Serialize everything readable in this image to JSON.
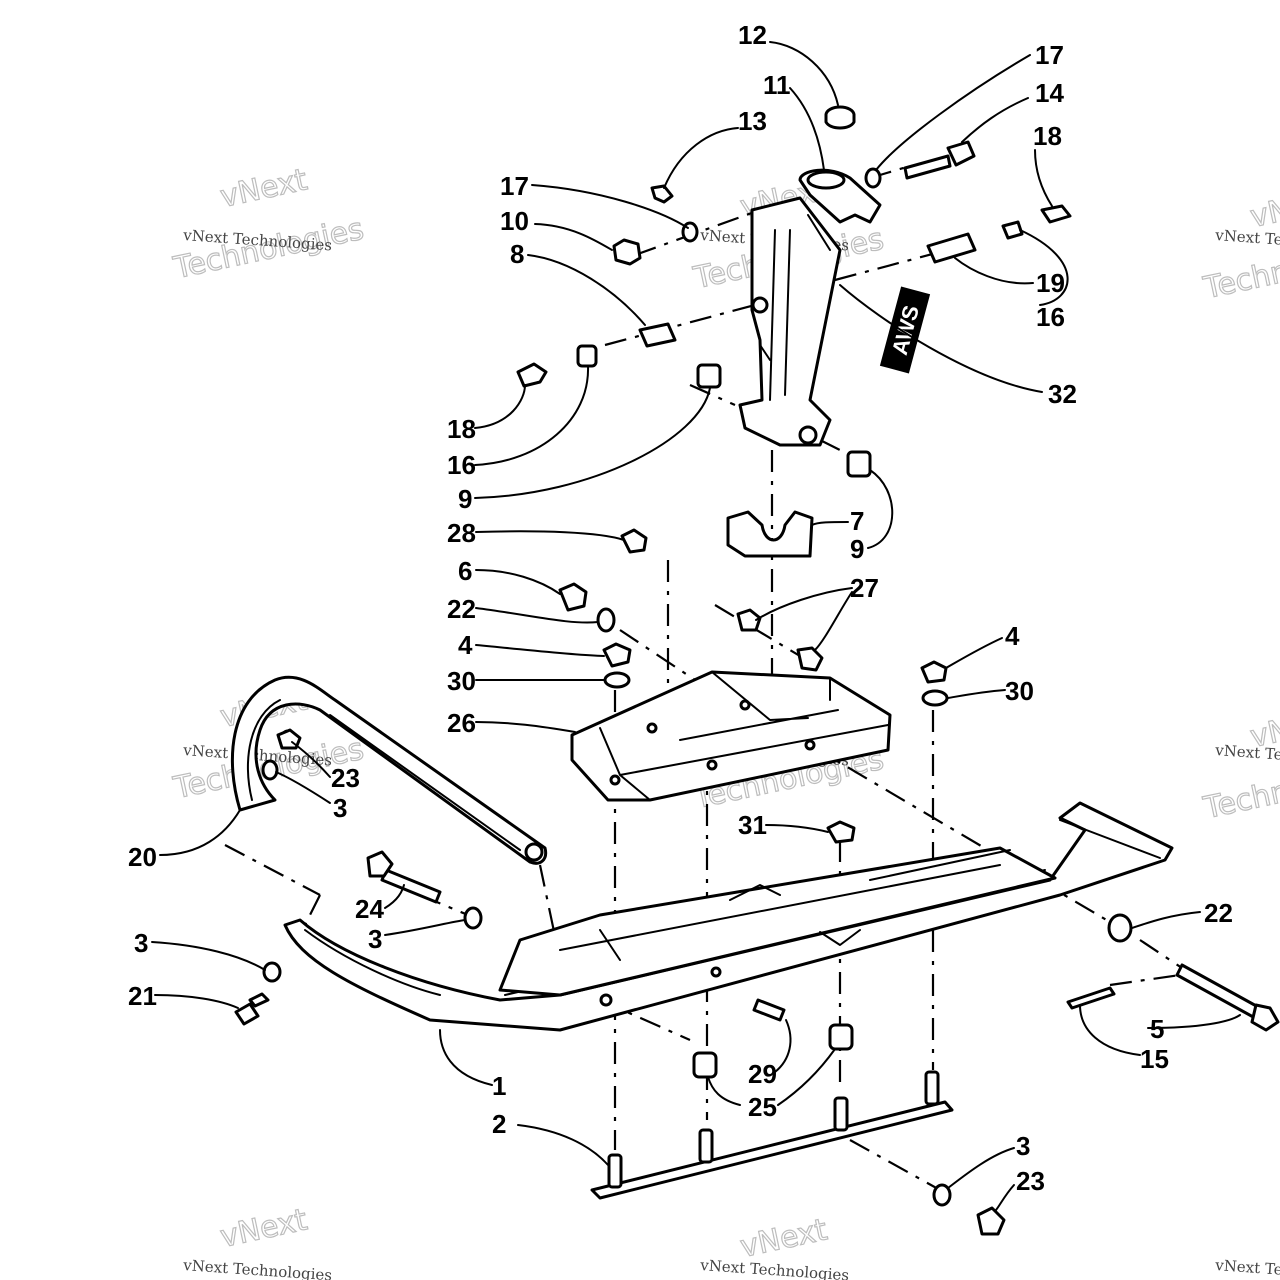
{
  "watermark": {
    "line1": "vNext",
    "line2": "vNext Technologies",
    "line3": "Technologies"
  },
  "decal_text": "AWS",
  "callouts": {
    "c12": "12",
    "c17a": "17",
    "c11": "11",
    "c14": "14",
    "c13": "13",
    "c18a": "18",
    "c17b": "17",
    "c10": "10",
    "c8": "8",
    "c19": "19",
    "c16a": "16",
    "c32": "32",
    "c18b": "18",
    "c16b": "16",
    "c9a": "9",
    "c7": "7",
    "c9b": "9",
    "c28": "28",
    "c6": "6",
    "c27": "27",
    "c22a": "22",
    "c4a": "4",
    "c4b": "4",
    "c30a": "30",
    "c30b": "30",
    "c26": "26",
    "c23a": "23",
    "c3a": "3",
    "c31": "31",
    "c20": "20",
    "c24": "24",
    "c3b": "3",
    "c22b": "22",
    "c3c": "3",
    "c21": "21",
    "c5": "5",
    "c15": "15",
    "c1": "1",
    "c29": "29",
    "c25": "25",
    "c2": "2",
    "c3d": "3",
    "c23b": "23"
  }
}
